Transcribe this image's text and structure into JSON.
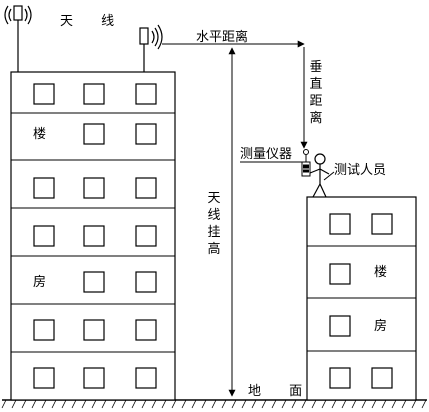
{
  "labels": {
    "antenna": "天 线",
    "horizontal_distance": "水平距离",
    "vertical_distance": "垂直距离",
    "antenna_height": "天线挂高",
    "measuring_instrument": "测量仪器",
    "tester": "测试人员",
    "ground": "地 面",
    "building_tall_1": "楼",
    "building_tall_2": "房",
    "building_short_1": "楼",
    "building_short_2": "房"
  }
}
